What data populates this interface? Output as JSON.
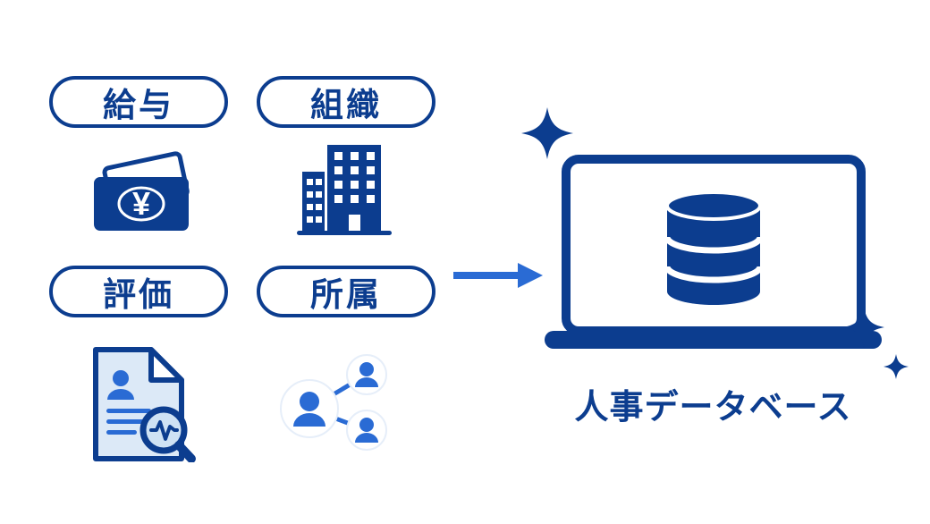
{
  "pills": [
    {
      "label": "給与"
    },
    {
      "label": "組織"
    },
    {
      "label": "評価"
    },
    {
      "label": "所属"
    }
  ],
  "icons": [
    {
      "name": "money-icon",
      "symbol": "¥"
    },
    {
      "name": "building-icon"
    },
    {
      "name": "evaluation-document-icon"
    },
    {
      "name": "people-network-icon"
    }
  ],
  "arrow": {
    "name": "right-arrow"
  },
  "laptop": {
    "caption": "人事データベース"
  },
  "money": {
    "currency_symbol": "¥"
  },
  "colors": {
    "navy": "#0c3d8f",
    "blue": "#2a6bd4",
    "paper_blue": "#dce9f7",
    "magnifier_blue": "#cfe2f4",
    "background": "#ffffff"
  }
}
